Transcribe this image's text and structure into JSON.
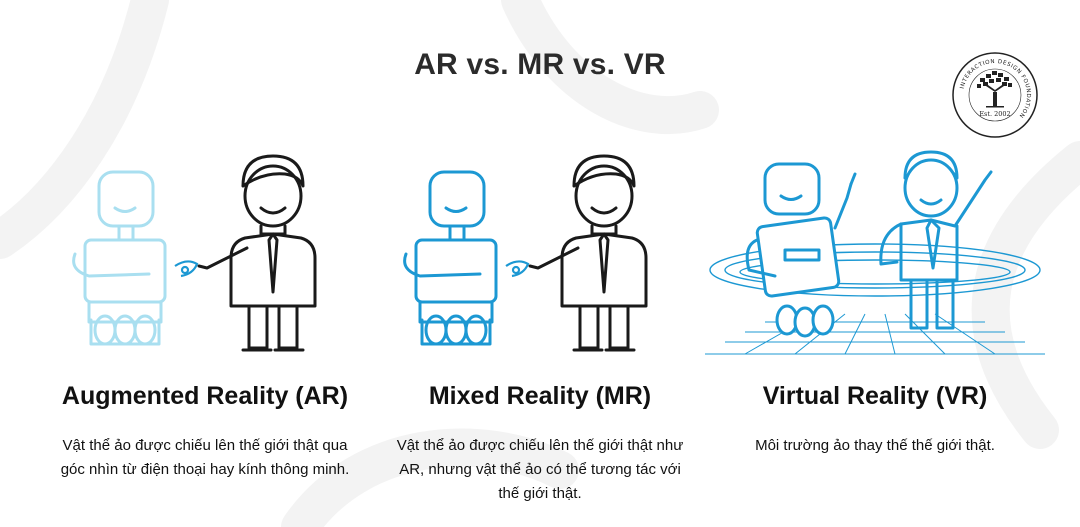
{
  "title": "AR vs. MR vs. VR",
  "logo": {
    "ring_text": "INTERACTION DESIGN FOUNDATION",
    "est": "Est. 2002"
  },
  "panels": [
    {
      "heading": "Augmented Reality (AR)",
      "description": "Vật thể ảo được chiếu lên thế giới thật qua góc nhìn từ điện thoại hay kính thông minh."
    },
    {
      "heading": "Mixed Reality (MR)",
      "description": "Vật thể ảo được chiếu lên thế giới thật như AR, nhưng vật thể ảo có thể tương tác với thế giới thật."
    },
    {
      "heading": "Virtual Reality (VR)",
      "description": "Môi trường ảo thay thế thế giới thật."
    }
  ],
  "colors": {
    "light_blue": "#a9dff0",
    "blue": "#1c98d3",
    "dark": "#1a1a1a"
  }
}
